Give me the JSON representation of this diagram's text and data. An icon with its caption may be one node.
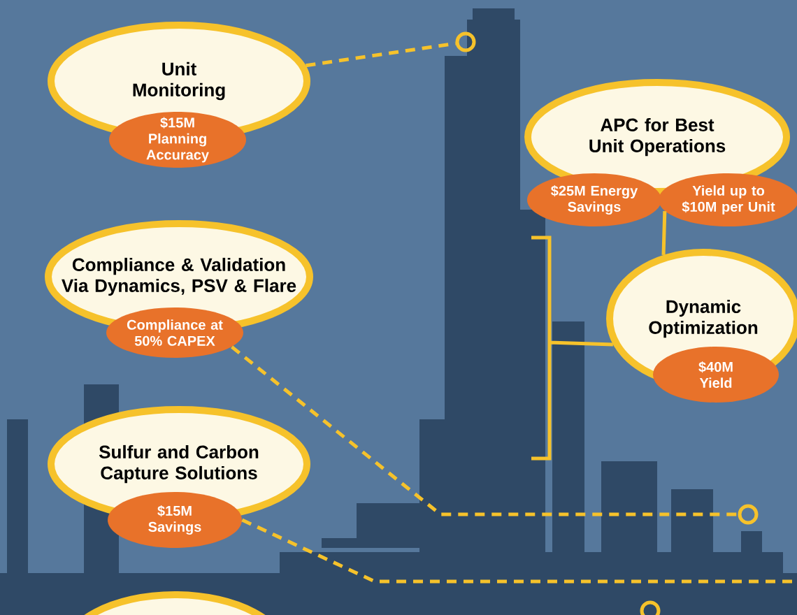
{
  "diagram": {
    "nodes": [
      {
        "text": [
          "Unit Monitoring"
        ]
      },
      {
        "text": [
          "$15M Planning Accuracy"
        ]
      },
      {
        "text": [
          "APC for Best Unit Operations"
        ]
      },
      {
        "text": [
          "$25M Energy Savings"
        ]
      },
      {
        "text": [
          "Yield up to $10M per Unit"
        ]
      },
      {
        "text": [
          "Compliance & Validation Via Dynamics, PSV & Flare"
        ]
      },
      {
        "text": [
          "Compliance at 50% CAPEX"
        ]
      },
      {
        "text": [
          "Dynamic Optimization"
        ]
      },
      {
        "text": [
          "$40M Yield"
        ]
      },
      {
        "text": [
          "Sulfur and Carbon Capture Solutions"
        ]
      },
      {
        "text": [
          "$15M Savings"
        ]
      },
      {
        "text": [],
        "shape": "ellipse"
      },
      {
        "text": [],
        "shape": "circle"
      },
      {
        "text": [],
        "shape": "circle"
      },
      {
        "text": [],
        "shape": "circle"
      }
    ],
    "edges": [
      {
        "from": 0,
        "to": 12,
        "arrow": "none",
        "style": "dashed"
      },
      {
        "from": 4,
        "to": 7,
        "arrow": "none"
      },
      {
        "from": 7,
        "to": null,
        "arrow": "none"
      },
      {
        "from": 6,
        "to": 13,
        "arrow": "none",
        "style": "dashed"
      },
      {
        "from": 10,
        "to": null,
        "arrow": "none",
        "style": "dashed"
      }
    ]
  }
}
